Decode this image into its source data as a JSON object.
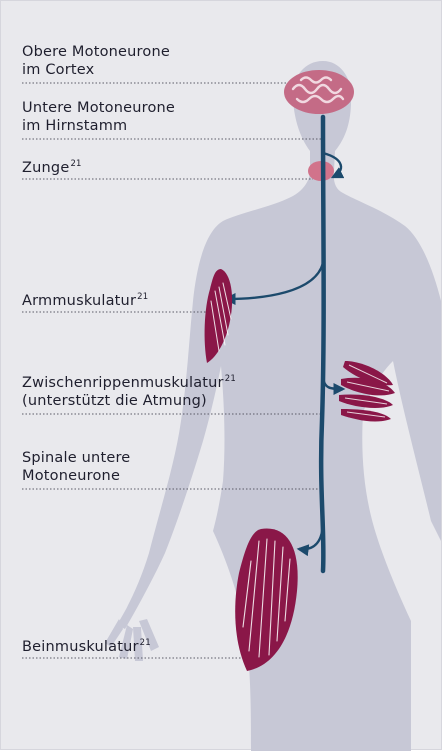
{
  "colors": {
    "background": "#e9e9ed",
    "body_silhouette": "#c7c8d6",
    "nerve": "#1c4a6c",
    "muscle": "#8a1748",
    "brain": "#c46b86",
    "tongue": "#d1738b",
    "leader_line": "#5a5a66"
  },
  "labels": [
    {
      "id": "upper-motor-neurons",
      "lines": [
        "Obere Motoneurone",
        "im Cortex"
      ],
      "ref": ""
    },
    {
      "id": "lower-motor-neurons-brainstem",
      "lines": [
        "Untere Motoneurone",
        "im Hirnstamm"
      ],
      "ref": ""
    },
    {
      "id": "tongue",
      "lines": [
        "Zunge"
      ],
      "ref": "21"
    },
    {
      "id": "arm-muscles",
      "lines": [
        "Armmuskulatur"
      ],
      "ref": "21"
    },
    {
      "id": "intercostal-muscles",
      "lines": [
        "Zwischenrippenmuskulatur",
        "(unterstützt die Atmung)"
      ],
      "ref": "21"
    },
    {
      "id": "spinal-lower-motor-neurons",
      "lines": [
        "Spinale untere",
        "Motoneurone"
      ],
      "ref": ""
    },
    {
      "id": "leg-muscles",
      "lines": [
        "Beinmuskulatur"
      ],
      "ref": "21"
    }
  ],
  "icons": {
    "brain": "brain-icon",
    "tongue": "tongue-icon",
    "arm_muscle": "arm-muscle-icon",
    "intercostal_muscle": "intercostal-muscle-icon",
    "leg_muscle": "leg-muscle-icon",
    "body": "human-body-silhouette"
  }
}
